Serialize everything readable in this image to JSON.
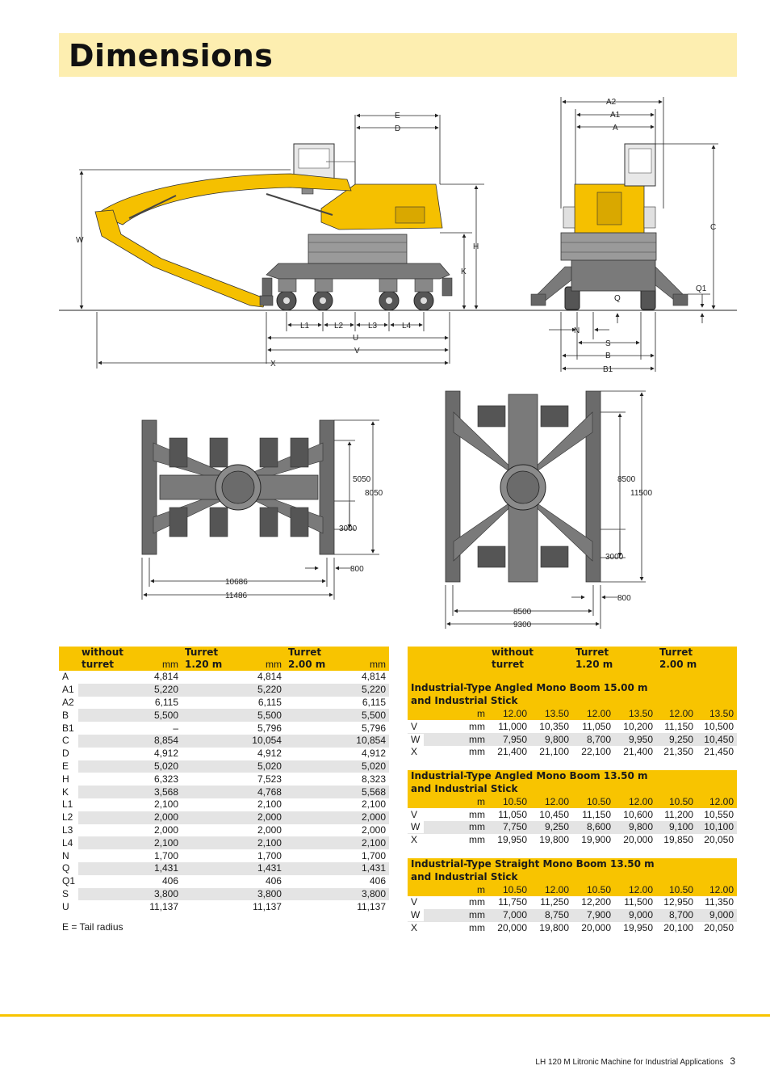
{
  "page": {
    "title": "Dimensions",
    "tail_note": "E = Tail radius",
    "footer_text": "LH 120 M Litronic Machine for Industrial Applications",
    "page_number": "3"
  },
  "colors": {
    "accent": "#f8c400",
    "title_bg": "#fdeeb0",
    "machine": "#f5c000",
    "steel": "#6b6b6b"
  },
  "drawing_labels": {
    "side": [
      "E",
      "D",
      "W",
      "H",
      "K",
      "L1",
      "L2",
      "L3",
      "L4",
      "U",
      "V",
      "X"
    ],
    "front": [
      "A2",
      "A1",
      "A",
      "C",
      "Q1",
      "Q",
      "N",
      "S",
      "B",
      "B1"
    ],
    "plan1": [
      "5050",
      "8050",
      "3000",
      "800",
      "10686",
      "11486"
    ],
    "plan2": [
      "8500",
      "11500",
      "3000",
      "800",
      "8500",
      "9300"
    ]
  },
  "left_table": {
    "headers": [
      {
        "line1": "without",
        "line2": "turret",
        "unit": "mm"
      },
      {
        "line1": "Turret",
        "line2": "1.20 m",
        "unit": "mm"
      },
      {
        "line1": "Turret",
        "line2": "2.00 m",
        "unit": "mm"
      }
    ],
    "rows": [
      {
        "label": "A",
        "values": [
          "4,814",
          "4,814",
          "4,814"
        ]
      },
      {
        "label": "A1",
        "values": [
          "5,220",
          "5,220",
          "5,220"
        ]
      },
      {
        "label": "A2",
        "values": [
          "6,115",
          "6,115",
          "6,115"
        ]
      },
      {
        "label": "B",
        "values": [
          "5,500",
          "5,500",
          "5,500"
        ]
      },
      {
        "label": "B1",
        "values": [
          "–",
          "5,796",
          "5,796"
        ]
      },
      {
        "label": "C",
        "values": [
          "8,854",
          "10,054",
          "10,854"
        ]
      },
      {
        "label": "D",
        "values": [
          "4,912",
          "4,912",
          "4,912"
        ]
      },
      {
        "label": "E",
        "values": [
          "5,020",
          "5,020",
          "5,020"
        ]
      },
      {
        "label": "H",
        "values": [
          "6,323",
          "7,523",
          "8,323"
        ]
      },
      {
        "label": "K",
        "values": [
          "3,568",
          "4,768",
          "5,568"
        ]
      },
      {
        "label": "L1",
        "values": [
          "2,100",
          "2,100",
          "2,100"
        ]
      },
      {
        "label": "L2",
        "values": [
          "2,000",
          "2,000",
          "2,000"
        ]
      },
      {
        "label": "L3",
        "values": [
          "2,000",
          "2,000",
          "2,000"
        ]
      },
      {
        "label": "L4",
        "values": [
          "2,100",
          "2,100",
          "2,100"
        ]
      },
      {
        "label": "N",
        "values": [
          "1,700",
          "1,700",
          "1,700"
        ]
      },
      {
        "label": "Q",
        "values": [
          "1,431",
          "1,431",
          "1,431"
        ]
      },
      {
        "label": "Q1",
        "values": [
          "406",
          "406",
          "406"
        ]
      },
      {
        "label": "S",
        "values": [
          "3,800",
          "3,800",
          "3,800"
        ]
      },
      {
        "label": "U",
        "values": [
          "11,137",
          "11,137",
          "11,137"
        ]
      }
    ]
  },
  "right_table": {
    "headers": [
      {
        "line1": "without",
        "line2": "turret"
      },
      {
        "line1": "Turret",
        "line2": "1.20 m"
      },
      {
        "line1": "Turret",
        "line2": "2.00 m"
      }
    ],
    "sections": [
      {
        "title1": "Industrial-Type Angled Mono Boom 15.00 m",
        "title2": "and Industrial Stick",
        "unit": "m",
        "sticks": [
          "12.00",
          "13.50",
          "12.00",
          "13.50",
          "12.00",
          "13.50"
        ],
        "rows": [
          {
            "label": "V",
            "unit": "mm",
            "values": [
              "11,000",
              "10,350",
              "11,050",
              "10,200",
              "11,150",
              "10,500"
            ]
          },
          {
            "label": "W",
            "unit": "mm",
            "values": [
              "7,950",
              "9,800",
              "8,700",
              "9,950",
              "9,250",
              "10,450"
            ]
          },
          {
            "label": "X",
            "unit": "mm",
            "values": [
              "21,400",
              "21,100",
              "22,100",
              "21,400",
              "21,350",
              "21,450"
            ]
          }
        ]
      },
      {
        "title1": "Industrial-Type Angled Mono Boom 13.50 m",
        "title2": "and Industrial Stick",
        "unit": "m",
        "sticks": [
          "10.50",
          "12.00",
          "10.50",
          "12.00",
          "10.50",
          "12.00"
        ],
        "rows": [
          {
            "label": "V",
            "unit": "mm",
            "values": [
              "11,050",
              "10,450",
              "11,150",
              "10,600",
              "11,200",
              "10,550"
            ]
          },
          {
            "label": "W",
            "unit": "mm",
            "values": [
              "7,750",
              "9,250",
              "8,600",
              "9,800",
              "9,100",
              "10,100"
            ]
          },
          {
            "label": "X",
            "unit": "mm",
            "values": [
              "19,950",
              "19,800",
              "19,900",
              "20,000",
              "19,850",
              "20,050"
            ]
          }
        ]
      },
      {
        "title1": "Industrial-Type Straight Mono Boom 13.50 m",
        "title2": "and Industrial Stick",
        "unit": "m",
        "sticks": [
          "10.50",
          "12.00",
          "10.50",
          "12.00",
          "10.50",
          "12.00"
        ],
        "rows": [
          {
            "label": "V",
            "unit": "mm",
            "values": [
              "11,750",
              "11,250",
              "12,200",
              "11,500",
              "12,950",
              "11,350"
            ]
          },
          {
            "label": "W",
            "unit": "mm",
            "values": [
              "7,000",
              "8,750",
              "7,900",
              "9,000",
              "8,700",
              "9,000"
            ]
          },
          {
            "label": "X",
            "unit": "mm",
            "values": [
              "20,000",
              "19,800",
              "20,000",
              "19,950",
              "20,100",
              "20,050"
            ]
          }
        ]
      }
    ]
  }
}
